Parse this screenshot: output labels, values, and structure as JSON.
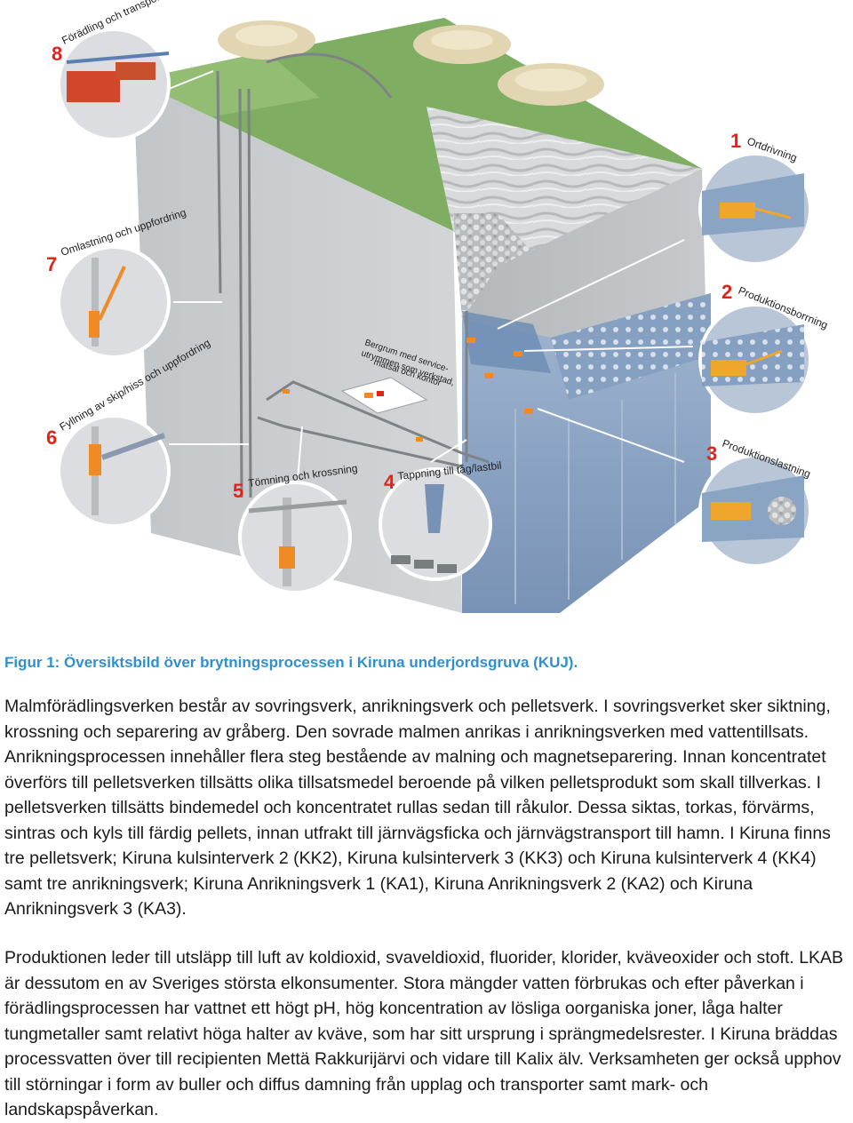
{
  "figure": {
    "labels": {
      "l1": "Ortdrivning",
      "l2": "Produktionsborrning",
      "l3": "Produktionslastning",
      "l4": "Tappning till tåg/lastbil",
      "l5": "Tömning och krossning",
      "l6": "Fyllning av skip/hiss och uppfordring",
      "l7": "Omlastning och uppfordring",
      "l8": "Förädling och transport"
    },
    "numbers": {
      "n1": "1",
      "n2": "2",
      "n3": "3",
      "n4": "4",
      "n5": "5",
      "n6": "6",
      "n7": "7",
      "n8": "8"
    },
    "service_lines": [
      "Bergrum med service-",
      "utrymmen som verkstad,",
      "matsal och kontor"
    ],
    "colors": {
      "rock": "#c9cbcd",
      "ore": "#8aa4c4",
      "grass": "#7fae63",
      "accent": "#e2231a",
      "machine": "#f08a24"
    }
  },
  "caption": "Figur 1: Översiktsbild över brytningsprocessen i Kiruna underjordsgruva (KUJ).",
  "paragraphs": [
    "Malmförädlingsverken består av sovringsverk, anrikningsverk och pelletsverk. I sovringsverket sker siktning, krossning och separering av gråberg. Den sovrade malmen anrikas i anrikningsverken med vattentillsats. Anrikningsprocessen innehåller flera steg bestående av malning och magnetseparering. Innan koncentratet överförs till pelletsverken tillsätts olika tillsatsmedel beroende på vilken pelletsprodukt som skall tillverkas. I pelletsverken tillsätts bindemedel och koncentratet rullas sedan till råkulor. Dessa siktas, torkas, förvärms, sintras och kyls till färdig pellets, innan utfrakt till järnvägsficka och järnvägstransport till hamn. I Kiruna finns tre pelletsverk; Kiruna kulsinterverk 2 (KK2), Kiruna kulsinterverk 3 (KK3) och Kiruna kulsinterverk 4 (KK4) samt tre anrikningsverk; Kiruna Anrikningsverk 1 (KA1), Kiruna Anrikningsverk 2 (KA2) och Kiruna Anrikningsverk 3 (KA3).",
    "Produktionen leder till utsläpp till luft av koldioxid, svaveldioxid, fluorider, klorider, kväveoxider och stoft. LKAB är dessutom en av Sveriges största elkonsumenter. Stora mängder vatten förbrukas och efter påverkan i förädlingsprocessen har vattnet ett högt pH, hög koncentration av lösliga oorganiska joner, låga halter tungmetaller samt relativt höga halter av kväve, som har sitt ursprung i sprängmedelsrester. I Kiruna bräddas processvatten över till recipienten Mettä Rakkurijärvi och vidare till Kalix älv. Verksamheten ger också upphov till störningar i form av buller och diffus damning från upplag och transporter samt mark- och landskapspåverkan."
  ]
}
